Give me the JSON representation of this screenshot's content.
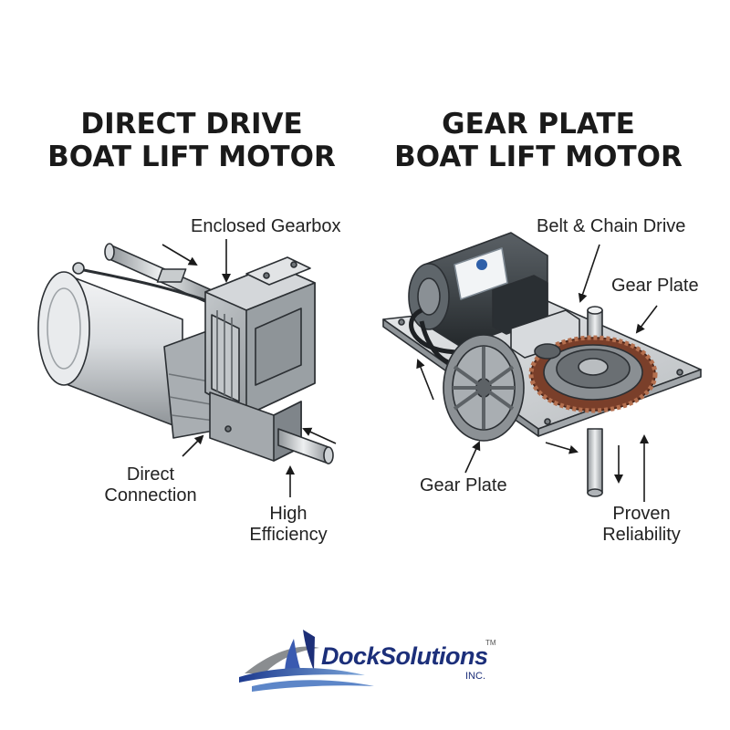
{
  "left": {
    "title_line1": "DIRECT DRIVE",
    "title_line2": "BOAT LIFT MOTOR",
    "labels": {
      "enclosed_gearbox": "Enclosed Gearbox",
      "direct_connection_1": "Direct",
      "direct_connection_2": "Connection",
      "high_efficiency_1": "High",
      "high_efficiency_2": "Efficiency"
    }
  },
  "right": {
    "title_line1": "GEAR PLATE",
    "title_line2": "BOAT LIFT MOTOR",
    "labels": {
      "belt_chain_drive": "Belt & Chain Drive",
      "gear_plate_top": "Gear Plate",
      "gear_plate_bottom": "Gear Plate",
      "proven_reliability_1": "Proven",
      "proven_reliability_2": "Reliability"
    }
  },
  "logo": {
    "name": "DockSolutions",
    "suffix": "INC.",
    "trademark": "TM"
  },
  "colors": {
    "metal_light": "#e4e6e8",
    "metal_mid": "#b7bbbf",
    "metal_dark": "#6f7478",
    "motor_dark": "#3f4549",
    "chain": "#8a4a32",
    "logo_blue": "#1c2f7a"
  },
  "icons": [
    "arrow-icon",
    "boat-lift-logo-icon"
  ]
}
